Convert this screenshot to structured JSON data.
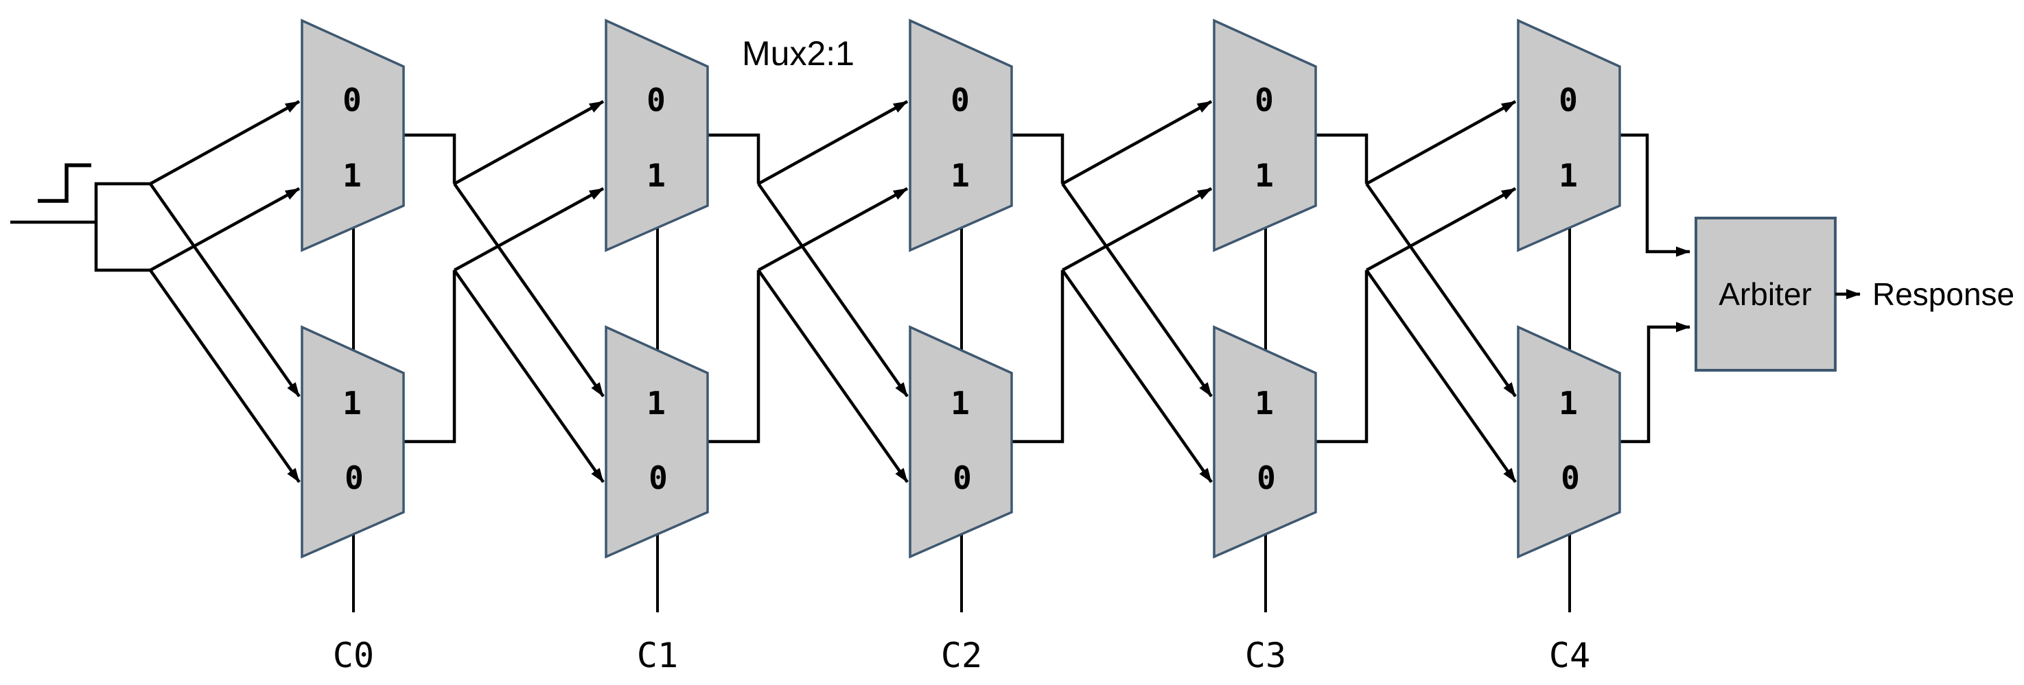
{
  "diagram": {
    "type_label": "Mux2:1",
    "arbiter": {
      "label": "Arbiter"
    },
    "response": {
      "label": "Response"
    },
    "stages": [
      {
        "challenge": "C0",
        "top_mux_inputs": [
          "0",
          "1"
        ],
        "bottom_mux_inputs": [
          "1",
          "0"
        ]
      },
      {
        "challenge": "C1",
        "top_mux_inputs": [
          "0",
          "1"
        ],
        "bottom_mux_inputs": [
          "1",
          "0"
        ]
      },
      {
        "challenge": "C2",
        "top_mux_inputs": [
          "0",
          "1"
        ],
        "bottom_mux_inputs": [
          "1",
          "0"
        ]
      },
      {
        "challenge": "C3",
        "top_mux_inputs": [
          "0",
          "1"
        ],
        "bottom_mux_inputs": [
          "1",
          "0"
        ]
      },
      {
        "challenge": "C4",
        "top_mux_inputs": [
          "0",
          "1"
        ],
        "bottom_mux_inputs": [
          "1",
          "0"
        ]
      }
    ],
    "colors": {
      "mux_fill": "#C9C9C9",
      "mux_border": "#3E5870",
      "wire": "#000000",
      "text": "#000000",
      "background": "#FFFFFF"
    }
  }
}
